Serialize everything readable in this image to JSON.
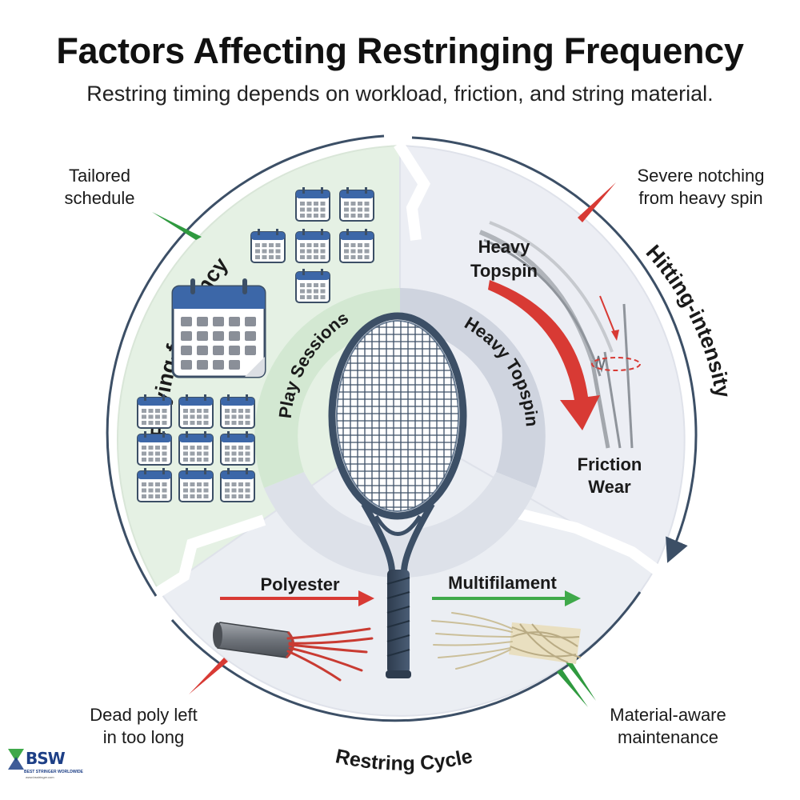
{
  "header": {
    "title": "Factors Affecting Restringing Frequency",
    "subtitle": "Restring timing depends on workload, friction, and string material."
  },
  "segments": {
    "playing_frequency": "Playing-frequency",
    "hitting_intensity": "Hitting-intensity",
    "restring_cycle": "Restring Cycle"
  },
  "inner_ring": {
    "left": "Play Sessions",
    "right": "Heavy Topspin"
  },
  "intensity": {
    "label_top_line1": "Heavy",
    "label_top_line2": "Topspin",
    "label_bottom_line1": "Friction",
    "label_bottom_line2": "Wear"
  },
  "materials": {
    "poly": "Polyester",
    "multi": "Multifilament"
  },
  "callouts": {
    "tailored_line1": "Tailored",
    "tailored_line2": "schedule",
    "notching_line1": "Severe notching",
    "notching_line2": "from heavy spin",
    "deadpoly_line1": "Dead poly left",
    "deadpoly_line2": "in too long",
    "material_line1": "Material-aware",
    "material_line2": "maintenance"
  },
  "logo": {
    "word": "BSW",
    "tagline": "BEST STRINGER WORLDWIDE",
    "url": "www.bsstringer.com"
  },
  "colors": {
    "green_fill": "#e5f1e4",
    "gray_fill": "#eceef4",
    "inner_green": "#d3e8d2",
    "inner_gray": "#cfd4df",
    "racket": "#3c4f66",
    "arrow_red": "#d83a34",
    "arrow_green": "#3fa94a",
    "calendar_blue": "#3c67a8"
  }
}
